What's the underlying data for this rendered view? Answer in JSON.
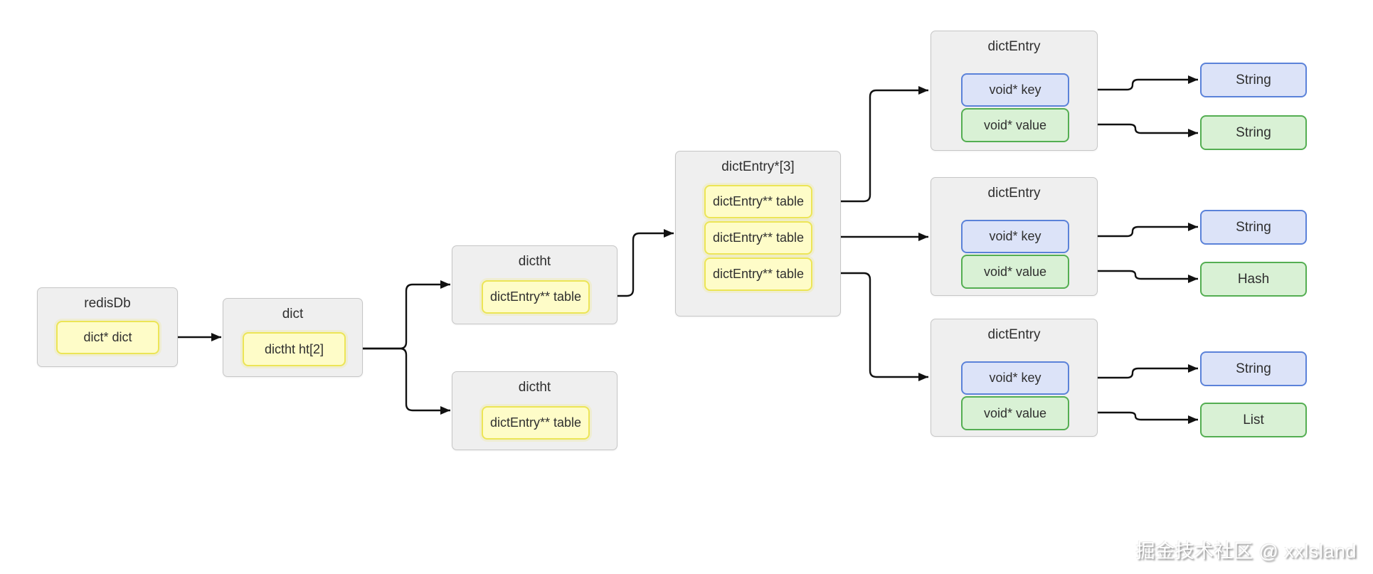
{
  "colors": {
    "canvas-bg": "#ffffff",
    "container-fill": "#efefef",
    "container-border": "#c6c6c6",
    "yellow-fill": "#fefcc8",
    "yellow-border": "#ece556",
    "blue-fill": "#dce3f8",
    "blue-border": "#5b82d9",
    "green-fill": "#d9f1d5",
    "green-border": "#54ae52",
    "line": "#111111",
    "text": "#2f2f2f"
  },
  "nodes": {
    "redisdb": {
      "title": "redisDb",
      "field": "dict* dict"
    },
    "dict": {
      "title": "dict",
      "field": "dictht ht[2]"
    },
    "dictht_top": {
      "title": "dictht",
      "field": "dictEntry** table"
    },
    "dictht_bottom": {
      "title": "dictht",
      "field": "dictEntry** table"
    },
    "entry_array": {
      "title": "dictEntry*[3]",
      "rows": [
        "dictEntry** table",
        "dictEntry** table",
        "dictEntry** table"
      ]
    },
    "entry_1": {
      "title": "dictEntry",
      "key": "void* key",
      "value": "void* value"
    },
    "entry_2": {
      "title": "dictEntry",
      "key": "void* key",
      "value": "void* value"
    },
    "entry_3": {
      "title": "dictEntry",
      "key": "void* key",
      "value": "void* value"
    },
    "type_boxes": [
      {
        "label": "String",
        "variant": "blue"
      },
      {
        "label": "String",
        "variant": "green"
      },
      {
        "label": "String",
        "variant": "blue"
      },
      {
        "label": "Hash",
        "variant": "green"
      },
      {
        "label": "String",
        "variant": "blue"
      },
      {
        "label": "List",
        "variant": "green"
      }
    ]
  },
  "watermark": "掘金技术社区 @ xxlsland"
}
